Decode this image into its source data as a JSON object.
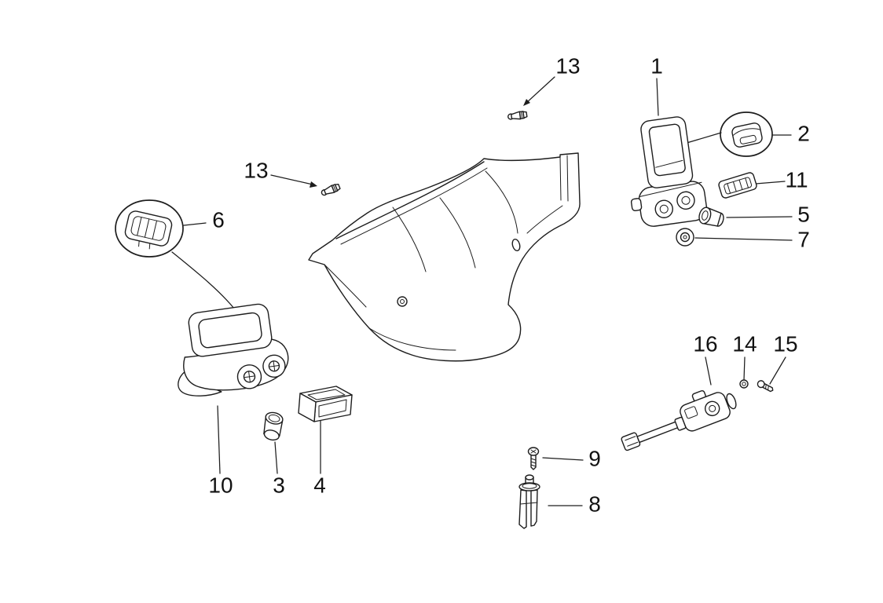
{
  "page": {
    "background": "#ffffff",
    "line_color": "#1d1d1d"
  },
  "diagram": {
    "callouts": {
      "c1": {
        "label": "1"
      },
      "c2": {
        "label": "2"
      },
      "c3": {
        "label": "3"
      },
      "c4": {
        "label": "4"
      },
      "c5": {
        "label": "5"
      },
      "c6": {
        "label": "6"
      },
      "c7": {
        "label": "7"
      },
      "c8": {
        "label": "8"
      },
      "c9": {
        "label": "9"
      },
      "c10": {
        "label": "10"
      },
      "c11": {
        "label": "11"
      },
      "c13_left": {
        "label": "13"
      },
      "c13_top": {
        "label": "13"
      },
      "c14": {
        "label": "14"
      },
      "c15": {
        "label": "15"
      },
      "c16": {
        "label": "16"
      }
    }
  }
}
